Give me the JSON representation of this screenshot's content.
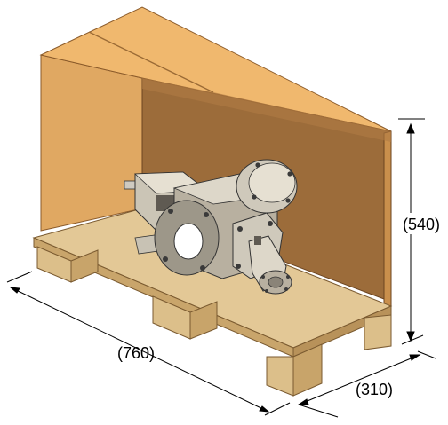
{
  "figure": {
    "subject": "gear pump packed in wooden crate on pallet",
    "colors": {
      "cardboard_light": "#e8b06a",
      "cardboard_mid": "#d39a55",
      "cardboard_dark": "#9c6c3a",
      "wood_top": "#e3c896",
      "wood_side": "#d2b27a",
      "wood_front": "#c9a56b",
      "metal_light": "#e6e0d2",
      "metal_mid": "#b8b0a0",
      "metal_dark": "#6f6a60",
      "line": "#000000"
    }
  },
  "dimensions": {
    "length": "(760)",
    "depth": "(310)",
    "height": "(540)"
  }
}
